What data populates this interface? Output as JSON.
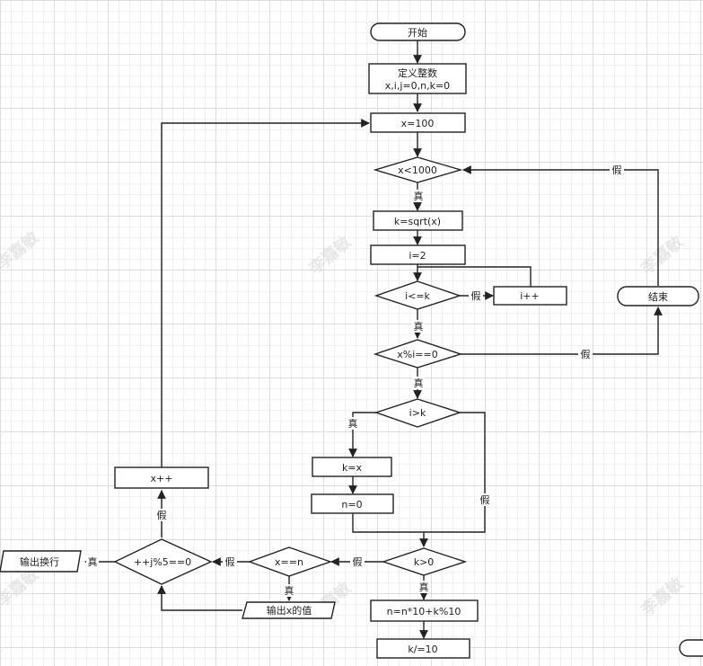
{
  "nodes": {
    "start": "开始",
    "define_line1": "定义整数",
    "define_line2": "x,i,j=0,n,k=0",
    "x_init": "x=100",
    "cond_x_lt_1000": "x<1000",
    "k_sqrt": "k=sqrt(x)",
    "i_init": "i=2",
    "cond_i_le_k": "i<=k",
    "i_inc": "i++",
    "end": "结束",
    "cond_x_mod_i": "x%i==0",
    "cond_i_gt_k": "i>k",
    "k_eq_x": "k=x",
    "n_zero": "n=0",
    "cond_k_gt_0": "k>0",
    "n_calc": "n=n*10+k%10",
    "k_div": "k/=10",
    "cond_x_eq_n": "x==n",
    "output_x": "输出x的值",
    "cond_j_mod_5": "++j%5==0",
    "output_newline": "输出换行",
    "x_inc": "x++"
  },
  "labels": {
    "true": "真",
    "false": "假"
  },
  "watermark": "李嘉敏",
  "colors": {
    "stroke": "#222222",
    "fill": "#ffffff"
  }
}
